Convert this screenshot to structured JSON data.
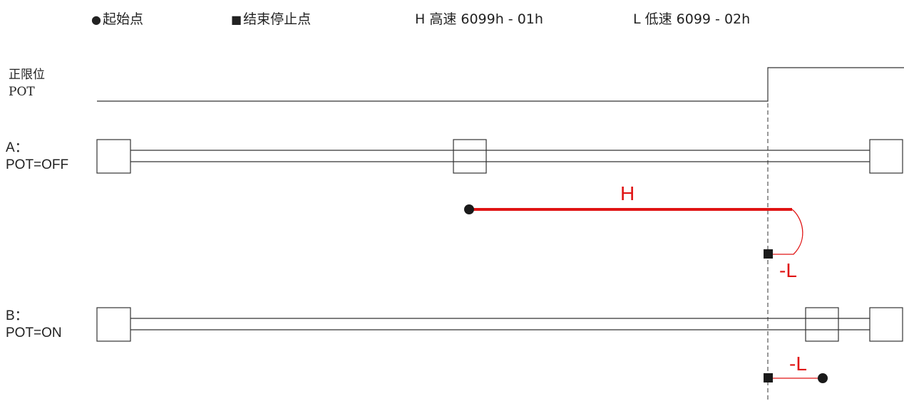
{
  "legend": {
    "start_symbol": "●",
    "start_label": "起始点",
    "stop_symbol": "■",
    "stop_label": "结束停止点",
    "high_speed": "H 高速 6099h - 01h",
    "low_speed": "L 低速 6099 - 02h"
  },
  "pot_signal": {
    "name_cn": "正限位",
    "name_en": "POT"
  },
  "case_a": {
    "title": "A：",
    "condition": "POT=OFF",
    "path_label_high": "H",
    "path_label_low": "-L"
  },
  "case_b": {
    "title": "B：",
    "condition": "POT=ON",
    "path_label_low": "-L"
  },
  "colors": {
    "path": "#e01414",
    "line": "#333333",
    "marker": "#1a1a1a"
  }
}
